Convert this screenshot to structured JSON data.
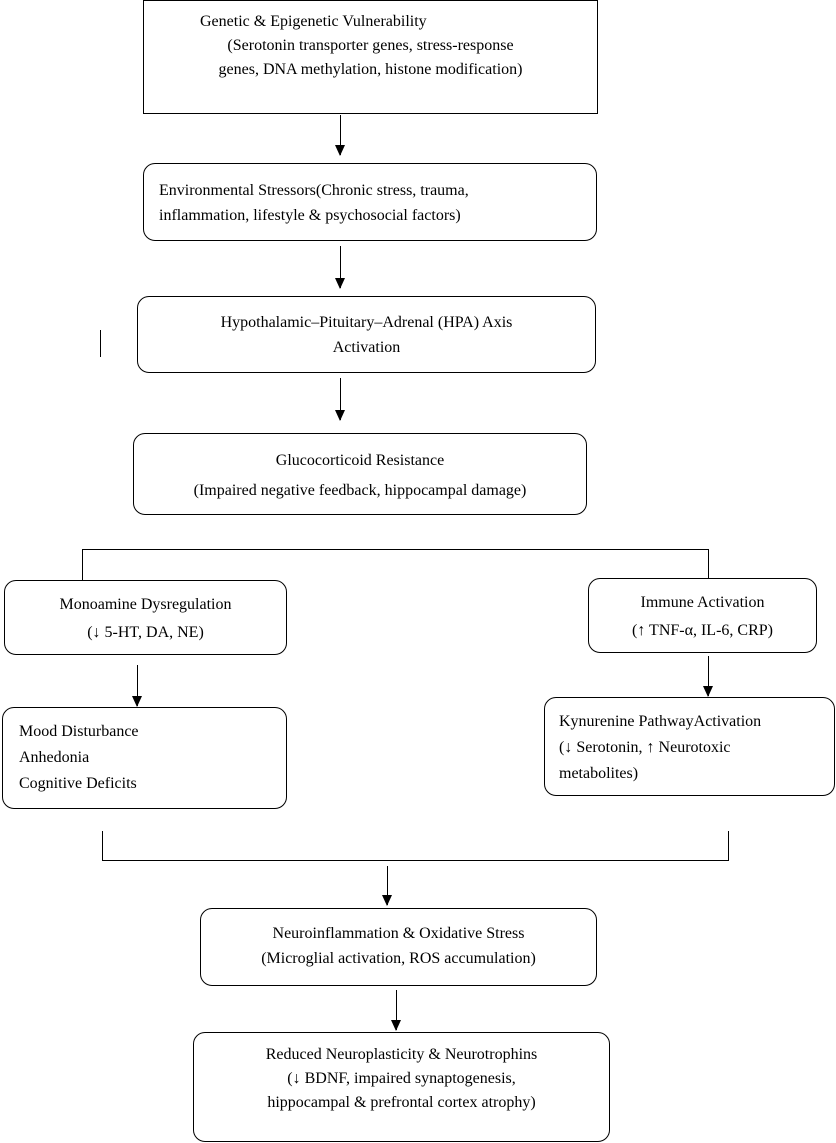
{
  "nodes": {
    "genetic": {
      "title": "Genetic & Epigenetic Vulnerability",
      "line2": "(Serotonin transporter genes, stress-response",
      "line3": "genes, DNA methylation, histone modification)"
    },
    "environmental": {
      "line1": "Environmental Stressors(Chronic stress, trauma,",
      "line2": "inflammation, lifestyle & psychosocial factors)"
    },
    "hpa": {
      "line1": "Hypothalamic–Pituitary–Adrenal (HPA) Axis",
      "line2": "Activation"
    },
    "glucocorticoid": {
      "title": "Glucocorticoid Resistance",
      "line2": "(Impaired negative feedback, hippocampal damage)"
    },
    "monoamine": {
      "title": "Monoamine Dysregulation",
      "line2": "(↓ 5-HT, DA, NE)"
    },
    "immune": {
      "title": "Immune Activation",
      "line2": "(↑ TNF-α, IL-6, CRP)"
    },
    "mood": {
      "line1": "Mood Disturbance",
      "line2": "Anhedonia",
      "line3": "Cognitive Deficits"
    },
    "kynurenine": {
      "line1": "Kynurenine PathwayActivation",
      "line2": "(↓ Serotonin, ↑ Neurotoxic",
      "line3": "metabolites)"
    },
    "neuroinflammation": {
      "title": "Neuroinflammation & Oxidative Stress",
      "line2": "(Microglial activation, ROS accumulation)"
    },
    "neuroplasticity": {
      "title": "Reduced Neuroplasticity & Neurotrophins",
      "line2": "(↓ BDNF, impaired synaptogenesis,",
      "line3": "hippocampal & prefrontal cortex atrophy)"
    }
  }
}
